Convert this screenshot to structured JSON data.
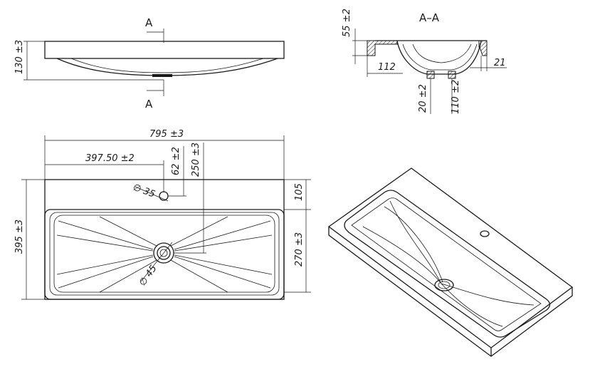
{
  "section_marks": {
    "top": "A",
    "bottom": "A",
    "section_title": "A–A"
  },
  "front_view": {
    "height": "130 ±3"
  },
  "section_view": {
    "rim_height": "55 ±2",
    "side": "112",
    "rim": "21",
    "drain_offset": "20 ±2",
    "bowl_depth": "110 ±2"
  },
  "top_view": {
    "width": "795 ±3",
    "hole_x": "397.50 ±2",
    "hole_offset": "62 ±2",
    "drain_y": "250 ±3",
    "hole_dia": "∅ 35",
    "depth": "395 ±3",
    "back_band": "105",
    "bowl_len": "270 ±3",
    "drain_dia": "∅ 45"
  }
}
